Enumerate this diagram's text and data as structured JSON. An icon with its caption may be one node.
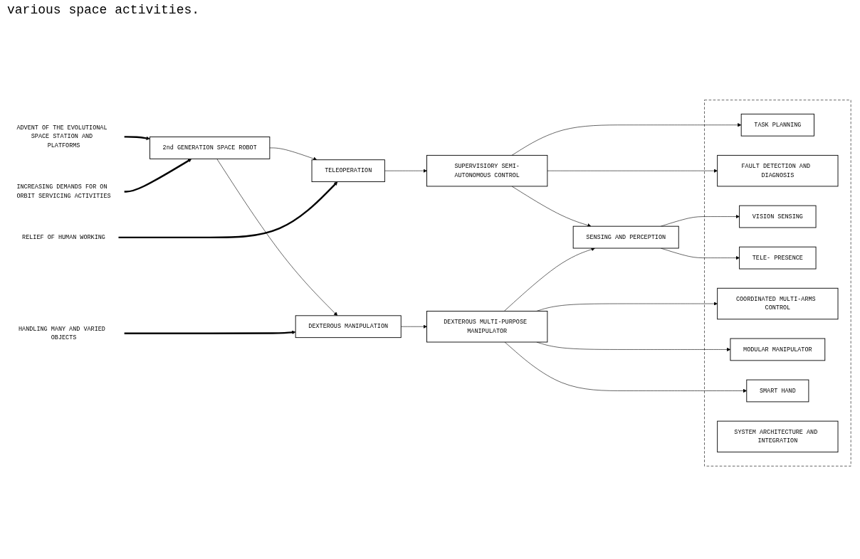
{
  "diagram": {
    "nodes": [
      {
        "text": [
          "ADVENT OF THE EVOLUTIONAL SPACE STATION AND PLATFORMS"
        ]
      },
      {
        "text": [
          "2nd GENERATION SPACE ROBOT"
        ]
      },
      {
        "text": [
          "INCREASING DEMANDS FOR ON ORBIT SERVICING ACTIVITIES"
        ]
      },
      {
        "text": [
          "RELIEF OF HUMAN WORKING"
        ]
      },
      {
        "text": [
          "TELEOPERATION"
        ]
      },
      {
        "text": [
          "DEXTEROUS MANIPULATION"
        ]
      },
      {
        "text": [
          "HANDLING MANY AND VARIED OBJECTS"
        ]
      },
      {
        "text": [
          "SUPERVISIORY SEMI-AUTONOMOUS CONTROL"
        ]
      },
      {
        "text": [
          "SENSING AND PERCEPTION"
        ]
      },
      {
        "text": [
          "DEXTEROUS MULTI-PURPOSE MANIPULATOR"
        ]
      },
      {
        "text": [],
        "shape": "box"
      },
      {
        "text": [
          "TASK PLANNING"
        ],
        "in": 10
      },
      {
        "text": [
          "FAULT DETECTION AND DIAGNOSIS"
        ],
        "in": 10
      },
      {
        "text": [
          "VISION SENSING"
        ],
        "in": 10
      },
      {
        "text": [
          "TELE- PRESENCE"
        ],
        "in": 10
      },
      {
        "text": [
          "COORDINATED MULTI-ARMS CONTROL"
        ],
        "in": 10
      },
      {
        "text": [
          "MODULAR MANIPULATOR"
        ],
        "in": 10
      },
      {
        "text": [
          "SMART HAND"
        ],
        "in": 10
      },
      {
        "text": [
          "SYSTEM ARCHITECTURE AND INTEGRATION"
        ],
        "in": 10
      }
    ],
    "edges": [
      {
        "from": 0,
        "to": 1,
        "arrow": "to",
        "style": "thick"
      },
      {
        "from": 2,
        "to": 1,
        "arrow": "to",
        "style": "thick"
      },
      {
        "from": 1,
        "to": 4,
        "arrow": "to"
      },
      {
        "from": 1,
        "to": 5,
        "arrow": "to"
      },
      {
        "from": 3,
        "to": 4,
        "arrow": "to",
        "style": "thick"
      },
      {
        "from": 6,
        "to": 5,
        "arrow": "to",
        "style": "thick"
      },
      {
        "from": 4,
        "to": 7,
        "arrow": "to"
      },
      {
        "from": 5,
        "to": 9,
        "arrow": "to"
      },
      {
        "from": 7,
        "to": 8,
        "arrow": "to"
      },
      {
        "from": 9,
        "to": 8,
        "arrow": "to"
      },
      {
        "from": 7,
        "to": 11,
        "arrow": "to"
      },
      {
        "from": 7,
        "to": 12,
        "arrow": "to"
      },
      {
        "from": 8,
        "to": 13,
        "arrow": "to"
      },
      {
        "from": 8,
        "to": 14,
        "arrow": "to"
      },
      {
        "from": 9,
        "to": 15,
        "arrow": "to"
      },
      {
        "from": 9,
        "to": 16,
        "arrow": "to"
      },
      {
        "from": 9,
        "to": 17,
        "arrow": "to"
      }
    ],
    "labels": [
      "various space activities."
    ]
  }
}
